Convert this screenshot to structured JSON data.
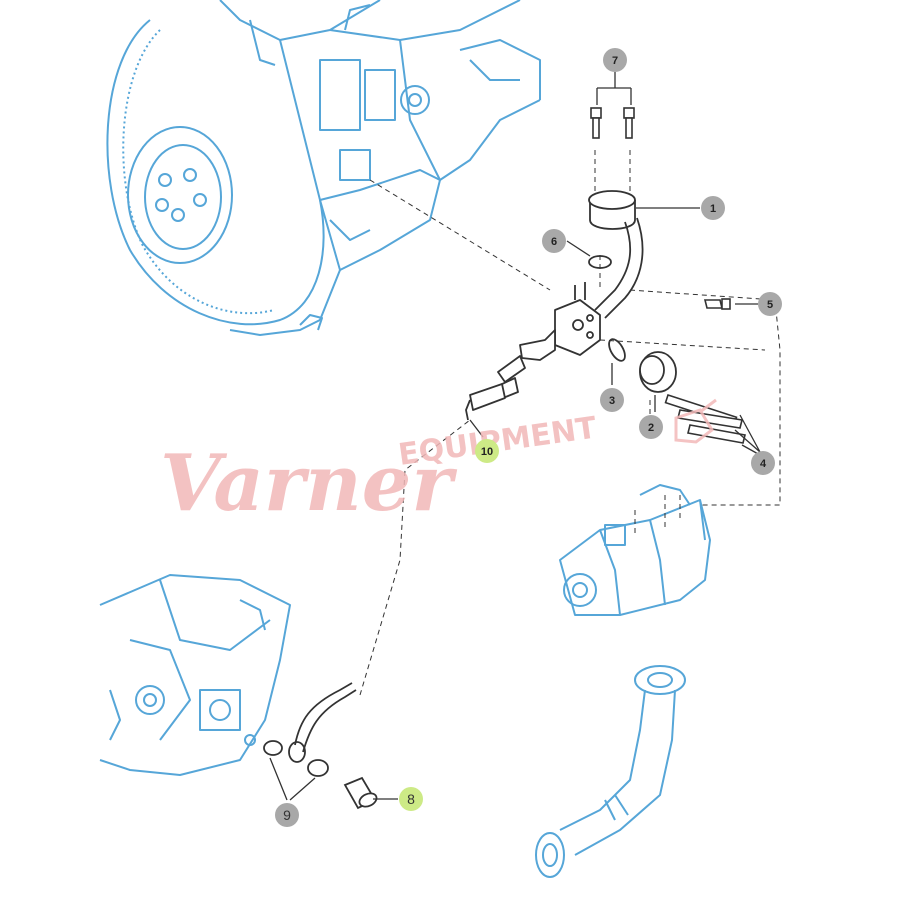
{
  "colors": {
    "engine_line": "#56a6d8",
    "part_line": "#333333",
    "callout_gray": "#a8a8a8",
    "callout_green": "#cdea86",
    "watermark": "#f2b8b8"
  },
  "callouts": [
    {
      "id": "1",
      "label": "1",
      "style": "gray"
    },
    {
      "id": "2",
      "label": "2",
      "style": "gray"
    },
    {
      "id": "3",
      "label": "3",
      "style": "gray"
    },
    {
      "id": "4",
      "label": "4",
      "style": "gray"
    },
    {
      "id": "5",
      "label": "5",
      "style": "gray"
    },
    {
      "id": "6",
      "label": "6",
      "style": "gray"
    },
    {
      "id": "7",
      "label": "7",
      "style": "gray"
    },
    {
      "id": "8",
      "label": "8",
      "style": "green"
    },
    {
      "id": "9",
      "label": "9",
      "style": "gray"
    },
    {
      "id": "10",
      "label": "10",
      "style": "green"
    }
  ],
  "watermark": {
    "script": "Varner",
    "block": "EQUIPMENT"
  }
}
